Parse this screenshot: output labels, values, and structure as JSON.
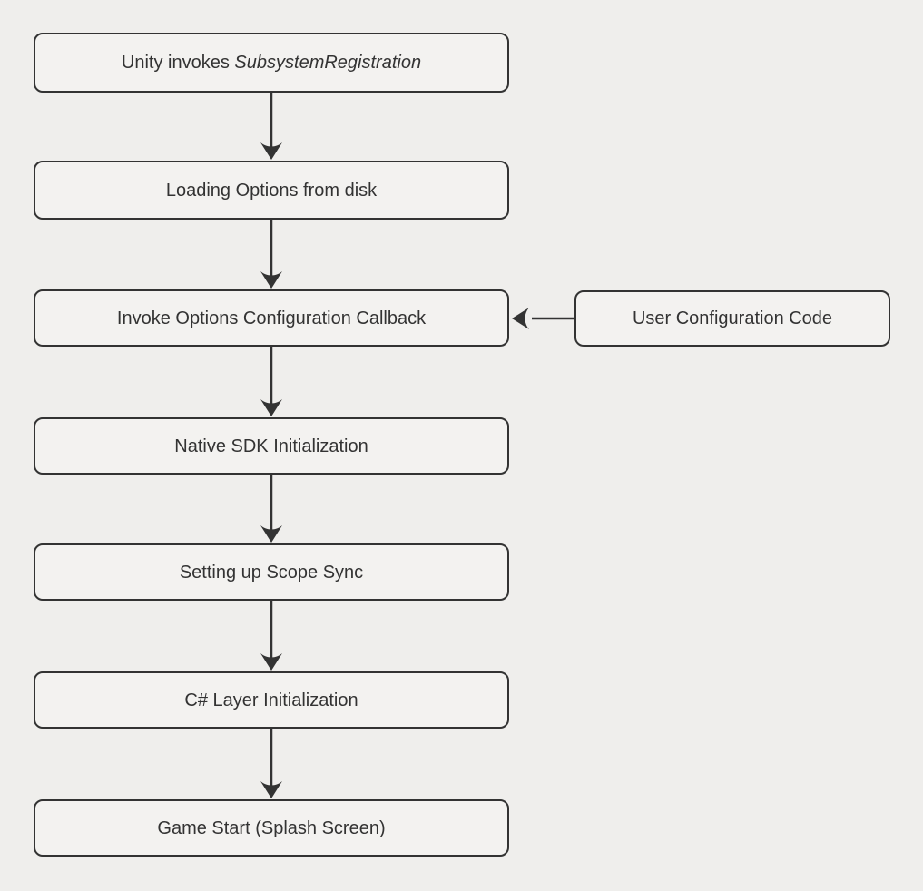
{
  "diagram": {
    "type": "flowchart",
    "direction": "top-down",
    "colors": {
      "background": "#efeeec",
      "node_fill": "#f3f2f0",
      "node_border": "#333333",
      "text": "#333333",
      "arrow": "#333333"
    },
    "nodes": [
      {
        "id": "unity-invokes",
        "label": "Unity invokes SubsystemRegistration",
        "label_regular": "Unity invokes ",
        "label_italic": "SubsystemRegistration"
      },
      {
        "id": "loading-options",
        "label": "Loading Options from disk"
      },
      {
        "id": "invoke-callback",
        "label": "Invoke Options Configuration Callback"
      },
      {
        "id": "user-config",
        "label": "User Configuration Code"
      },
      {
        "id": "native-sdk",
        "label": "Native SDK Initialization"
      },
      {
        "id": "scope-sync",
        "label": "Setting up Scope Sync"
      },
      {
        "id": "csharp-layer",
        "label": "C# Layer Initialization"
      },
      {
        "id": "game-start",
        "label": "Game Start (Splash Screen)"
      }
    ],
    "edges": [
      {
        "from": "unity-invokes",
        "to": "loading-options"
      },
      {
        "from": "loading-options",
        "to": "invoke-callback"
      },
      {
        "from": "user-config",
        "to": "invoke-callback"
      },
      {
        "from": "invoke-callback",
        "to": "native-sdk"
      },
      {
        "from": "native-sdk",
        "to": "scope-sync"
      },
      {
        "from": "scope-sync",
        "to": "csharp-layer"
      },
      {
        "from": "csharp-layer",
        "to": "game-start"
      }
    ]
  }
}
